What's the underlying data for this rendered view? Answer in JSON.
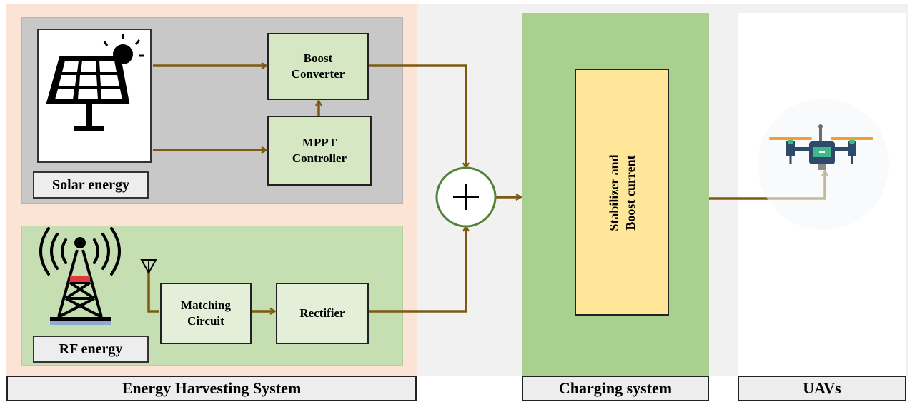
{
  "blocks": {
    "boost_converter": "Boost\nConverter",
    "mppt_controller": "MPPT\nController",
    "matching_circuit": "Matching\nCircuit",
    "rectifier": "Rectifier",
    "stabilizer": "Stabilizer and\nBoost current"
  },
  "labels": {
    "solar": "Solar energy",
    "rf": "RF energy"
  },
  "footers": {
    "energy": "Energy Harvesting System",
    "charging": "Charging system",
    "uav": "UAVs"
  },
  "icons": {
    "solar": "solar-panel-icon",
    "tower": "radio-tower-icon",
    "antenna": "antenna-icon",
    "summer": "summing-junction-icon",
    "drone": "drone-icon"
  },
  "colors": {
    "wire": "#7d5a12",
    "energy_bg": "#fbe3d5",
    "solar_bg": "#c8c8c8",
    "rf_bg": "#c5dfb3",
    "block_fill": "#d5e8c3",
    "charging_bg": "#a9d08e",
    "stabilizer_fill": "#ffe699"
  }
}
